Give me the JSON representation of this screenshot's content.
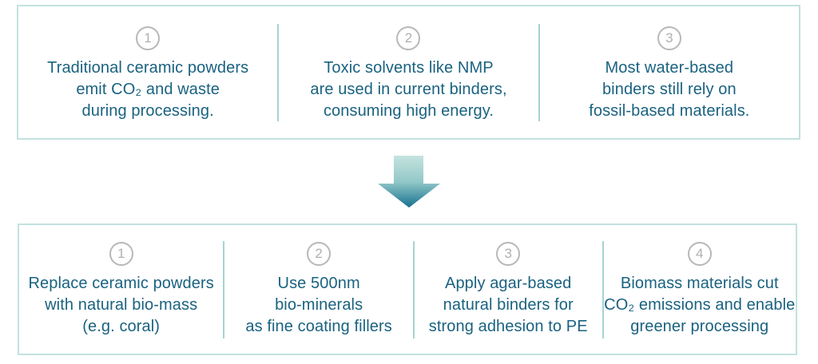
{
  "colors": {
    "box_border": "#c2e2de",
    "panel_divider": "#a6d4d0",
    "body_text": "#1a6280",
    "number_badge": "#aeb0b2",
    "arrow_gradient_top": "#c6e3df",
    "arrow_gradient_mid": "#93c8c8",
    "arrow_gradient_bottom": "#16708f",
    "background": "#ffffff"
  },
  "top_box": {
    "items": [
      {
        "number": "1",
        "text": "Traditional ceramic powders\nemit CO₂ and waste\nduring processing."
      },
      {
        "number": "2",
        "text": "Toxic solvents like NMP\nare used in current binders,\nconsuming high energy."
      },
      {
        "number": "3",
        "text": "Most water-based\nbinders still rely on\nfossil-based materials."
      }
    ]
  },
  "arrow": {
    "icon": "down-arrow-icon"
  },
  "bottom_box": {
    "items": [
      {
        "number": "1",
        "text": "Replace ceramic powders\nwith natural bio-mass\n(e.g. coral)"
      },
      {
        "number": "2",
        "text": "Use 500nm\nbio-minerals\nas fine coating fillers"
      },
      {
        "number": "3",
        "text": "Apply agar-based\nnatural binders for\nstrong adhesion to PE"
      },
      {
        "number": "4",
        "text": "Biomass materials cut\nCO₂ emissions and enable\ngreener processing"
      }
    ]
  }
}
